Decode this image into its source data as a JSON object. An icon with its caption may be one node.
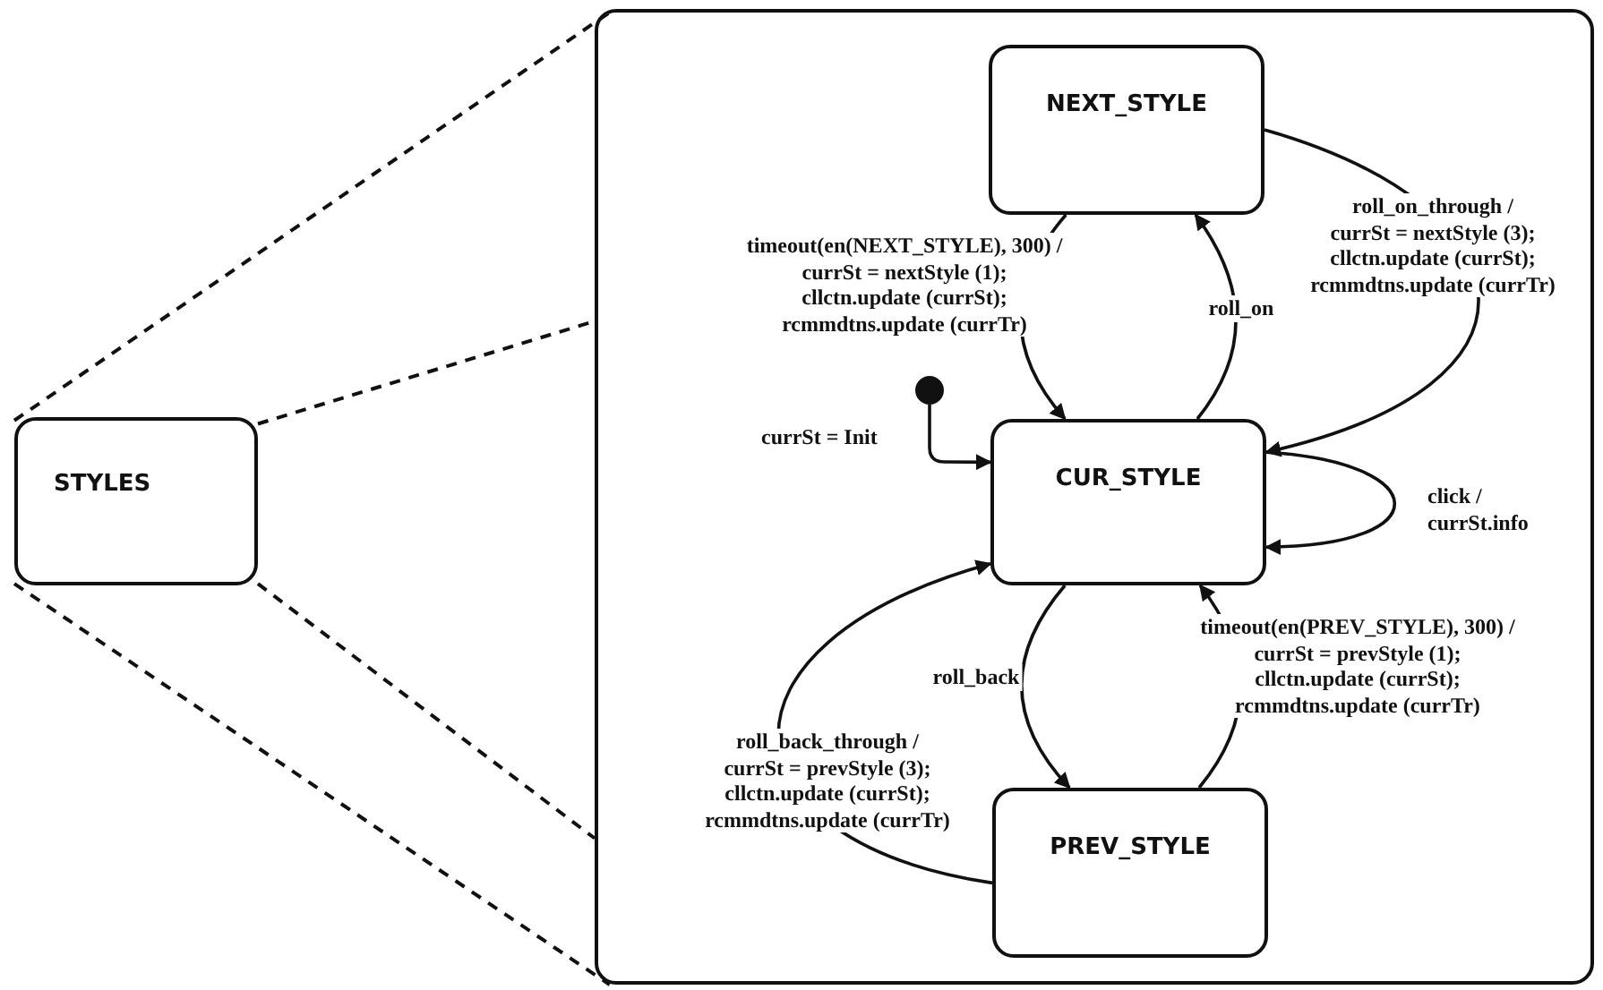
{
  "diagram": {
    "nodes": [
      {
        "text": [
          "STYLES"
        ]
      },
      {
        "text": [],
        "shape": "box"
      },
      {
        "text": [
          "NEXT_STYLE"
        ],
        "in": 1
      },
      {
        "text": [],
        "shape": "circle",
        "in": 1
      },
      {
        "text": [
          "CUR_STYLE"
        ],
        "in": 1
      },
      {
        "text": [
          "PREV_STYLE"
        ],
        "in": 1
      }
    ],
    "edges": [
      {
        "from": 0,
        "to": 1,
        "arrow": "none",
        "style": "dashed"
      },
      {
        "from": 0,
        "to": 1,
        "arrow": "none",
        "style": "dashed"
      },
      {
        "from": 0,
        "to": 1,
        "arrow": "none",
        "style": "dashed"
      },
      {
        "from": 0,
        "to": 1,
        "arrow": "none",
        "style": "dashed"
      },
      {
        "from": 3,
        "to": 4,
        "arrow": "to",
        "label": "currSt = Init"
      },
      {
        "from": 2,
        "to": 4,
        "arrow": "to",
        "label": "timeout(en(NEXT_STYLE), 300) / currSt = nextStyle (1); cllctn.update (currSt); rcmmdtns.update (currTr)"
      },
      {
        "from": 4,
        "to": 2,
        "arrow": "to",
        "label": "roll_on"
      },
      {
        "from": 2,
        "to": 4,
        "arrow": "to",
        "label": "roll_on_through / currSt = nextStyle (3); cllctn.update (currSt); rcmmdtns.update (currTr)"
      },
      {
        "from": 4,
        "to": 4,
        "arrow": "to",
        "label": "click / currSt.info"
      },
      {
        "from": 4,
        "to": 5,
        "arrow": "to",
        "label": "roll_back"
      },
      {
        "from": 5,
        "to": 4,
        "arrow": "to",
        "label": "timeout(en(PREV_STYLE), 300) / currSt = prevStyle (1); cllctn.update (currSt); rcmmdtns.update (currTr)"
      },
      {
        "from": 5,
        "to": 4,
        "arrow": "to",
        "label": "roll_back_through / currSt = prevStyle (3); cllctn.update (currSt); rcmmdtns.update (currTr)"
      }
    ]
  }
}
